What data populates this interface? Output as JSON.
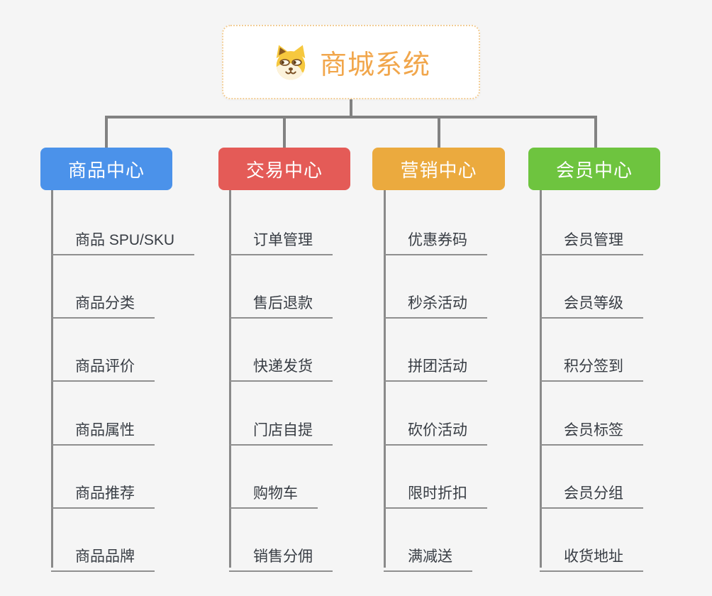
{
  "root": {
    "title": "商城系统",
    "icon": "dog-icon",
    "accent_color": "#F1A64B"
  },
  "branches": [
    {
      "label": "商品中心",
      "color": "#4B92EA",
      "children": [
        "商品 SPU/SKU",
        "商品分类",
        "商品评价",
        "商品属性",
        "商品推荐",
        "商品品牌"
      ]
    },
    {
      "label": "交易中心",
      "color": "#E45B57",
      "children": [
        "订单管理",
        "售后退款",
        "快递发货",
        "门店自提",
        "购物车",
        "销售分佣"
      ]
    },
    {
      "label": "营销中心",
      "color": "#EBAA3E",
      "children": [
        "优惠券码",
        "秒杀活动",
        "拼团活动",
        "砍价活动",
        "限时折扣",
        "满减送"
      ]
    },
    {
      "label": "会员中心",
      "color": "#6EC43F",
      "children": [
        "会员管理",
        "会员等级",
        "积分签到",
        "会员标签",
        "会员分组",
        "收货地址"
      ]
    }
  ],
  "connector_color": "#828282",
  "leaf_line_color": "#8F8F8F",
  "background_color": "#F5F5F5"
}
